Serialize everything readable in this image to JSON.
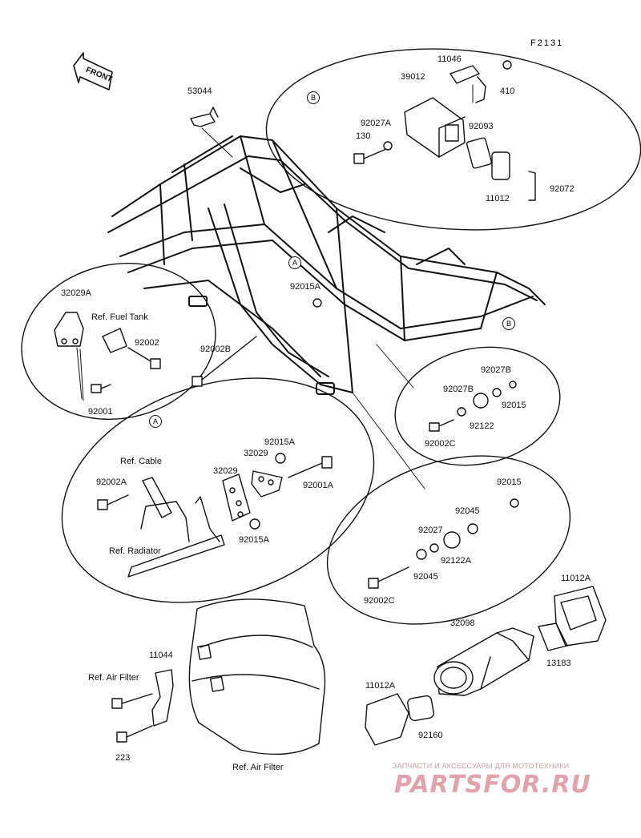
{
  "figure_code": "F2131",
  "front_label": "FRONT",
  "callouts": {
    "a": "A",
    "b": "B"
  },
  "parts": {
    "p53044": "53044",
    "p11046": "11046",
    "p39012": "39012",
    "p410": "410",
    "p92027A": "92027A",
    "p130": "130",
    "p92093": "92093",
    "p11012": "11012",
    "p92072": "92072",
    "p32029A": "32029A",
    "ref_fuel_tank": "Ref. Fuel Tank",
    "p92002": "92002",
    "p92001": "92001",
    "p92015A_main": "92015A",
    "p92002B": "92002B",
    "p92027B_1": "92027B",
    "p92027B_2": "92027B",
    "p92015_b": "92015",
    "p92122": "92122",
    "p92002C_1": "92002C",
    "p92015A_a1": "92015A",
    "p32029_1": "32029",
    "ref_cable": "Ref. Cable",
    "p32029_2": "32029",
    "p92002A": "92002A",
    "p92001A": "92001A",
    "ref_radiator": "Ref. Radiator",
    "p92015A_a2": "92015A",
    "p92015_c": "92015",
    "p92045_1": "92045",
    "p92027": "92027",
    "p92122A": "92122A",
    "p92045_2": "92045",
    "p92002C_2": "92002C",
    "p11012A_1": "11012A",
    "p32098": "32098",
    "p13183": "13183",
    "p11044": "11044",
    "ref_air_filter_1": "Ref. Air Filter",
    "p11012A_2": "11012A",
    "p92160": "92160",
    "p223": "223",
    "ref_air_filter_2": "Ref. Air Filter"
  },
  "watermark": {
    "line1": "ЗАПЧАСТИ И АКСЕССУАРЫ ДЛЯ МОТОТЕХНИКИ",
    "brand": "PARTSFOR.RU"
  }
}
